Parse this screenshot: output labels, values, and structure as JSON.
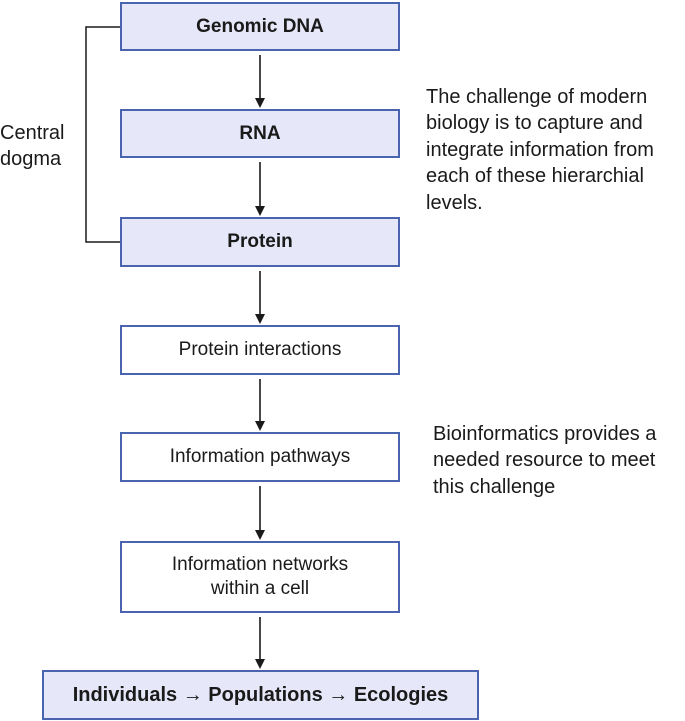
{
  "boxes": {
    "genomic_dna": "Genomic DNA",
    "rna": "RNA",
    "protein": "Protein",
    "protein_interactions": "Protein interactions",
    "information_pathways": "Information pathways",
    "information_networks": "Information networks within a cell",
    "individuals": "Individuals → Populations → Ecologies"
  },
  "bracket_label": "Central dogma",
  "notes": {
    "challenge": "The challenge of modern biology is to capture and integrate information from each of these hierarchial levels.",
    "bioinformatics": "Bioinformatics provides a needed resource to meet this challenge"
  },
  "colors": {
    "border": "#4a64b0",
    "shaded_fill": "#e6e7f8",
    "arrow": "#1a1a1a"
  }
}
